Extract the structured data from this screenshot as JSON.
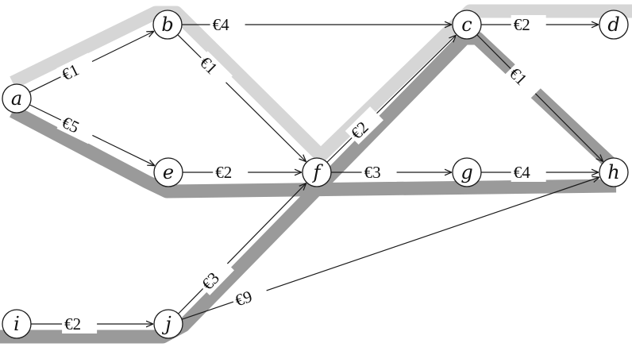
{
  "nodes": [
    {
      "id": "a",
      "label": "a"
    },
    {
      "id": "b",
      "label": "b"
    },
    {
      "id": "c",
      "label": "c"
    },
    {
      "id": "d",
      "label": "d"
    },
    {
      "id": "e",
      "label": "e"
    },
    {
      "id": "f",
      "label": "f"
    },
    {
      "id": "g",
      "label": "g"
    },
    {
      "id": "h",
      "label": "h"
    },
    {
      "id": "i",
      "label": "i"
    },
    {
      "id": "j",
      "label": "j"
    }
  ],
  "edges": [
    {
      "from": "a",
      "to": "b",
      "label": "€1"
    },
    {
      "from": "a",
      "to": "e",
      "label": "€5"
    },
    {
      "from": "b",
      "to": "c",
      "label": "€4"
    },
    {
      "from": "b",
      "to": "f",
      "label": "€1"
    },
    {
      "from": "c",
      "to": "d",
      "label": "€2"
    },
    {
      "from": "c",
      "to": "h",
      "label": "€1"
    },
    {
      "from": "e",
      "to": "f",
      "label": "€2"
    },
    {
      "from": "f",
      "to": "c",
      "label": "€2"
    },
    {
      "from": "f",
      "to": "g",
      "label": "€3"
    },
    {
      "from": "g",
      "to": "h",
      "label": "€4"
    },
    {
      "from": "i",
      "to": "j",
      "label": "€2"
    },
    {
      "from": "j",
      "to": "f",
      "label": "€3"
    },
    {
      "from": "j",
      "to": "h",
      "label": "€9"
    }
  ],
  "highlight_paths": [
    {
      "shade": "light",
      "color": "#d6d6d6",
      "nodes": [
        "a",
        "b",
        "f",
        "c",
        "d"
      ]
    },
    {
      "shade": "dark",
      "color": "#9a9a9a",
      "nodes": [
        "a",
        "e",
        "h"
      ]
    },
    {
      "shade": "dark",
      "color": "#9a9a9a",
      "nodes": [
        "i",
        "j",
        "f",
        "c",
        "h"
      ]
    }
  ]
}
